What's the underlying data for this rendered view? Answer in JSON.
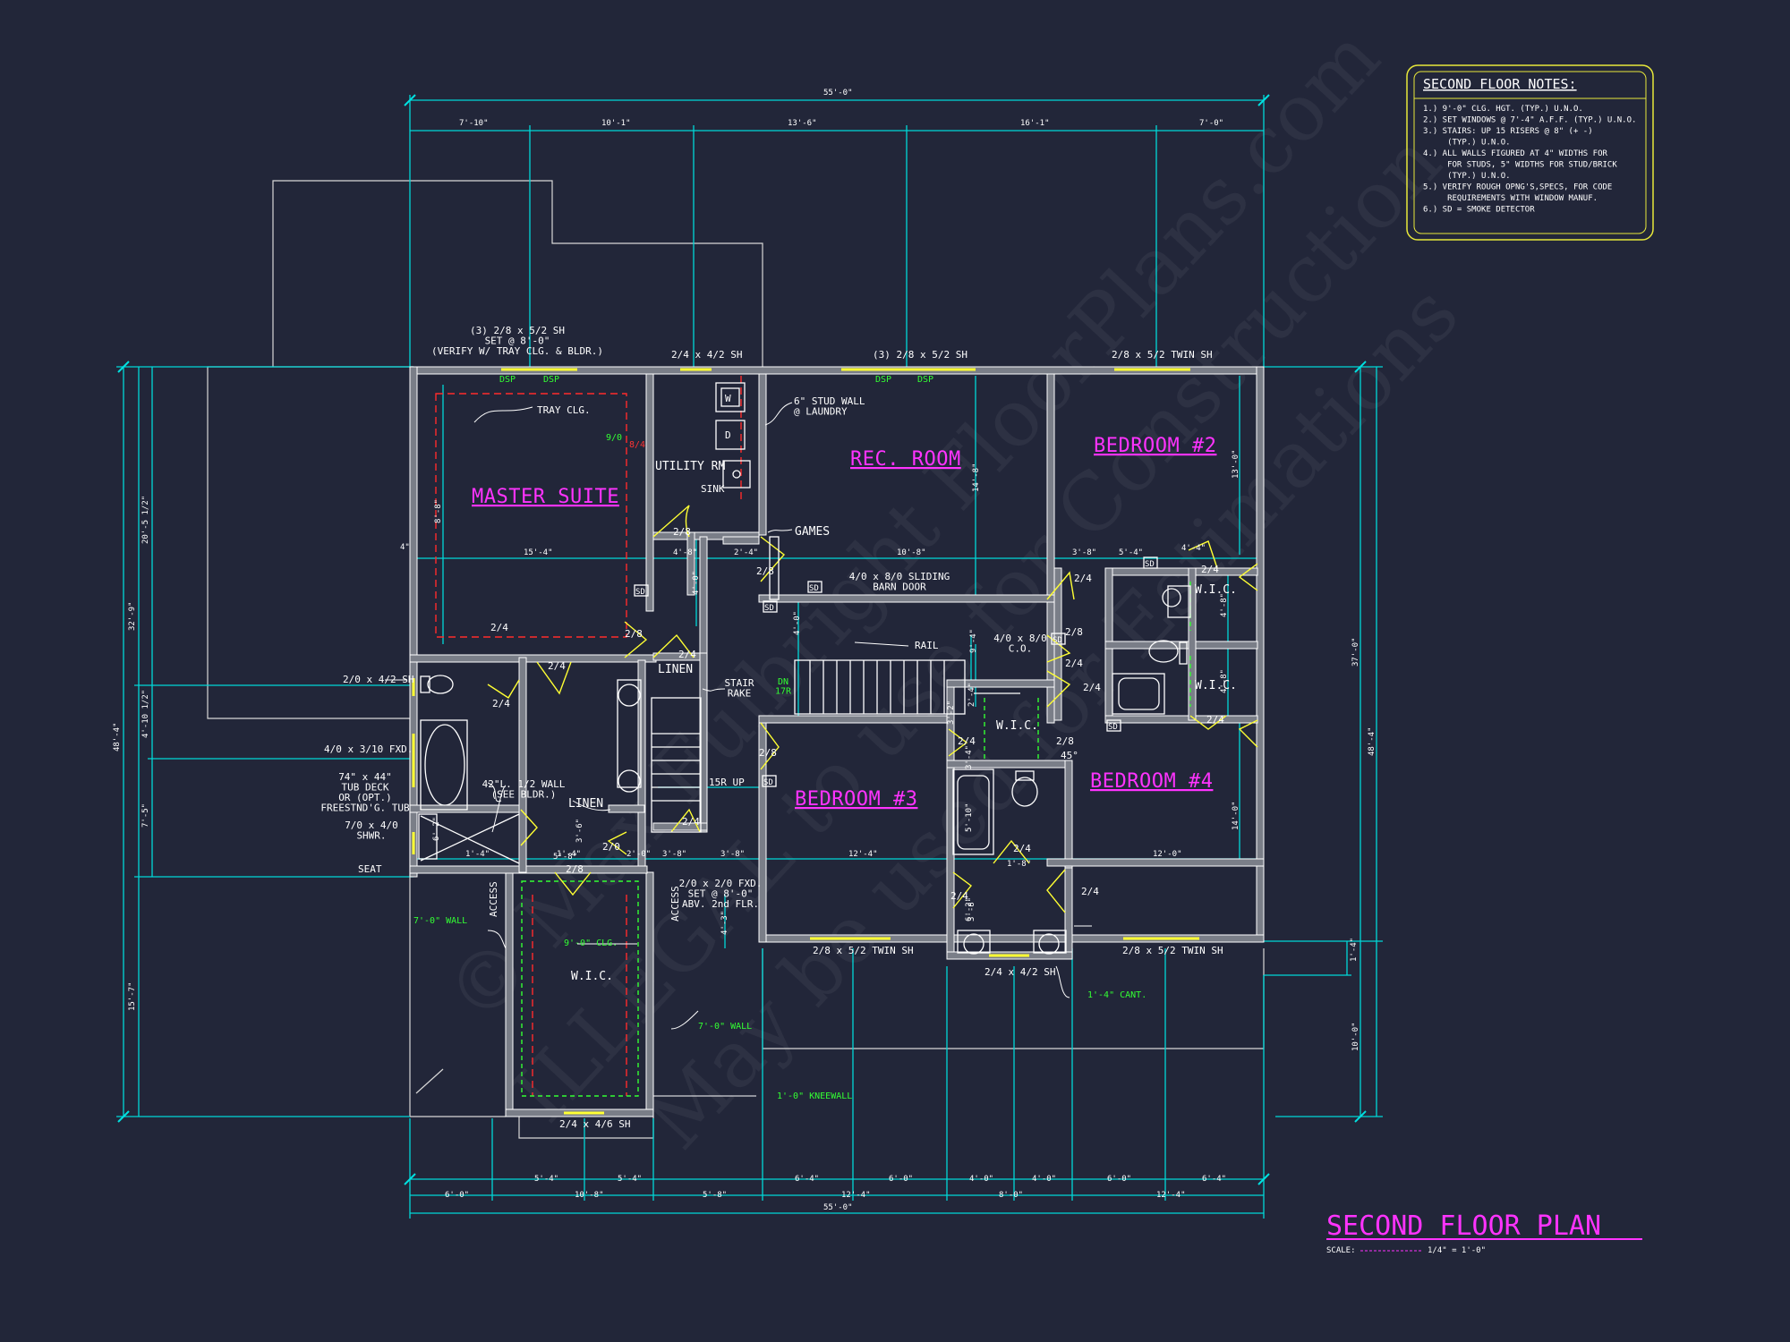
{
  "title": "SECOND FLOOR PLAN",
  "scale_label": "SCALE:",
  "scale_value": "1/4\" = 1'-0\"",
  "notes": {
    "heading": "SECOND FLOOR NOTES:",
    "lines": [
      "1.) 9'-0\" CLG. HGT. (TYP.) U.N.O.",
      "2.) SET WINDOWS @ 7'-4\" A.F.F. (TYP.) U.N.O.",
      "3.) STAIRS: UP 15 RISERS @ 8\" (+ -)",
      "     (TYP.) U.N.O.",
      "4.) ALL WALLS FIGURED AT 4\" WIDTHS FOR",
      "     FOR STUDS, 5\" WIDTHS FOR STUD/BRICK",
      "     (TYP.) U.N.O.",
      "5.) VERIFY ROUGH OPNG'S,SPECS, FOR CODE",
      "     REQUIREMENTS WITH WINDOW MANUF.",
      "6.) SD = SMOKE DETECTOR"
    ]
  },
  "watermark": {
    "line1": "© Max Fulbright FloorPlans.com",
    "line2": "ILLEGAL to use for Construction",
    "line3": "May be used for Estimations"
  },
  "rooms": {
    "master": "MASTER SUITE",
    "rec": "REC. ROOM",
    "bed2": "BEDROOM #2",
    "bed3": "BEDROOM #3",
    "bed4": "BEDROOM #4"
  },
  "labels": {
    "utility": "UTILITY RM",
    "sink": "SINK",
    "games": "GAMES",
    "tray": "TRAY CLG.",
    "linen1": "LINEN",
    "linen2": "LINEN",
    "stair_rake": "STAIR\nRAKE",
    "rail": "RAIL",
    "wic_main": "W.I.C.",
    "wic_bed2a": "W.I.C.",
    "wic_bed2b": "W.I.C.",
    "wic_bed34": "W.I.C.",
    "stud_wall": "6\" STUD WALL\n@ LAUNDRY",
    "barn_door": "4/0 x 8/0 SLIDING\nBARN DOOR",
    "co": "4/0 x 8/0\nC.O.",
    "fxd_upper": "2/0 x 2/0 FXD.\nSET @ 8'-0\"\nABV. 2nd FLR.",
    "wall42": "42\"L. 1/2 WALL\n(SEE BLDR.)",
    "tub": "74\" x 44\"\nTUB DECK\nOR (OPT.)\nFREESTND'G. TUB",
    "shwr": "7/0 x 4/0\nSHWR.",
    "seat": "SEAT",
    "win_2_0": "2/0 x 4/2 SH",
    "fxd_4_0": "4/0 x 3/10 FXD.",
    "access1": "ACCESS",
    "access2": "ACCESS",
    "dn": "DN\n17R",
    "up": "15R UP",
    "cant": "1'-4\" CANT.",
    "ang45": "45°",
    "w": "W",
    "d": "D"
  },
  "green_notes": {
    "wall7a": "7'-0\" WALL",
    "wall7b": "7'-0\" WALL",
    "clg9": "9'-0\" CLG.",
    "knee": "1'-0\" KNEEWALL",
    "dsp": "DSP"
  },
  "windows": {
    "master": "(3) 2/8 x 5/2 SH\nSET @ 8'-0\"\n(VERIFY W/ TRAY CLG. & BLDR.)",
    "utility": "2/4 x 4/2 SH",
    "rec": "(3) 2/8 x 5/2 SH",
    "bed2": "2/8 x 5/2 TWIN SH",
    "bed3": "2/8 x 5/2 TWIN SH",
    "bed4": "2/8 x 5/2 TWIN SH",
    "bath34": "2/4 x 4/2 SH",
    "wic": "2/4 x 4/6 SH"
  },
  "doors": [
    "2/8",
    "2/4",
    "2/8",
    "2/4",
    "2/4",
    "2/4",
    "2/8",
    "2/4",
    "2/8",
    "2/4",
    "2/8",
    "2/4",
    "2/4",
    "2/0",
    "2/4",
    "2/8",
    "2/4",
    "2/4",
    "2/4",
    "2/8",
    "2/4",
    "2/4"
  ],
  "red_labels": [
    "9/0",
    "8/4"
  ],
  "sd": "SD",
  "dims": {
    "overall_top": "55'-0\"",
    "top": [
      "7'-10\"",
      "10'-1\"",
      "13'-6\"",
      "16'-1\"",
      "7'-0\""
    ],
    "bottom_row1": [
      "5'-4\"",
      "5'-4\"",
      "6'-4\"",
      "6'-0\"",
      "4'-0\"",
      "4'-0\"",
      "6'-0\"",
      "6'-4\""
    ],
    "bottom_row2": [
      "6'-0\"",
      "10'-8\"",
      "5'-8\"",
      "12'-4\"",
      "8'-0\"",
      "12'-4\""
    ],
    "overall_bottom": "55'-0\"",
    "left_overall": "48'-4\"",
    "left_a": "32'-9\"",
    "left_b": "15'-7\"",
    "left_c1": "20'-5 1/2\"",
    "left_c2": "4'-10 1/2\"",
    "left_c3": "7'-5\"",
    "right_overall": "48'-4\"",
    "right_a": "37'-0\"",
    "right_b": "10'-0\"",
    "right_c": "1'-4\"",
    "interior": [
      "15'-4\"",
      "10'-8\"",
      "4'-8\"",
      "2'-4\"",
      "3'-8\"",
      "5'-4\"",
      "4'-4\"",
      "12'-4\"",
      "12'-0\"",
      "3'-8\"",
      "3'-8\"",
      "1'-8\"",
      "1'-4\"",
      "1'-4\"",
      "5'-8\"",
      "3'-6\"",
      "2'-0\"",
      "14'-8\"",
      "13'-0\"",
      "14'-0\"",
      "8'-8\"",
      "4'-0\"",
      "9'-4\"",
      "2'-4\"",
      "3'-4\"",
      "5'-10\"",
      "6'-2\"",
      "4'-8\"",
      "4'-8\"",
      "4'-3\"",
      "4'-0\"",
      "3'-2\"",
      "6'-2\"",
      "3'-8\"",
      "4\""
    ]
  }
}
